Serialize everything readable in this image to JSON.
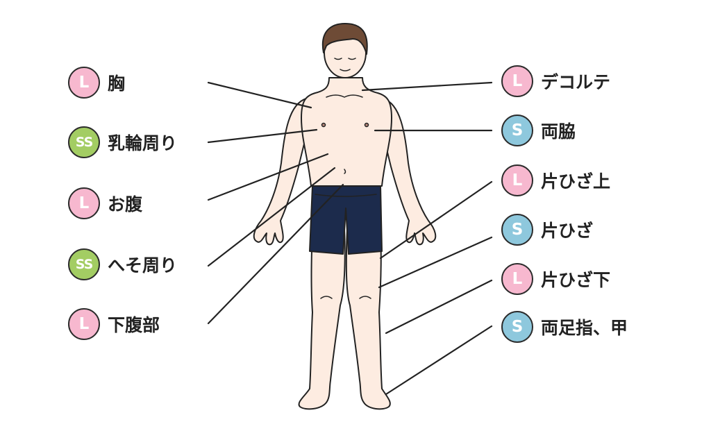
{
  "colors": {
    "L": "#f7b8cf",
    "S": "#8ec8dd",
    "SS": "#a3cd63",
    "skin": "#fdece1",
    "hair": "#6e4b36",
    "shorts": "#1c2b4c",
    "line": "#222222"
  },
  "labels_left": [
    {
      "size": "L",
      "text": "胸"
    },
    {
      "size": "SS",
      "text": "乳輪周り"
    },
    {
      "size": "L",
      "text": "お腹"
    },
    {
      "size": "SS",
      "text": "へそ周り"
    },
    {
      "size": "L",
      "text": "下腹部"
    }
  ],
  "labels_right": [
    {
      "size": "L",
      "text": "デコルテ"
    },
    {
      "size": "S",
      "text": "両脇"
    },
    {
      "size": "L",
      "text": "片ひざ上"
    },
    {
      "size": "S",
      "text": "片ひざ"
    },
    {
      "size": "L",
      "text": "片ひざ下"
    },
    {
      "size": "S",
      "text": "両足指、甲"
    }
  ]
}
